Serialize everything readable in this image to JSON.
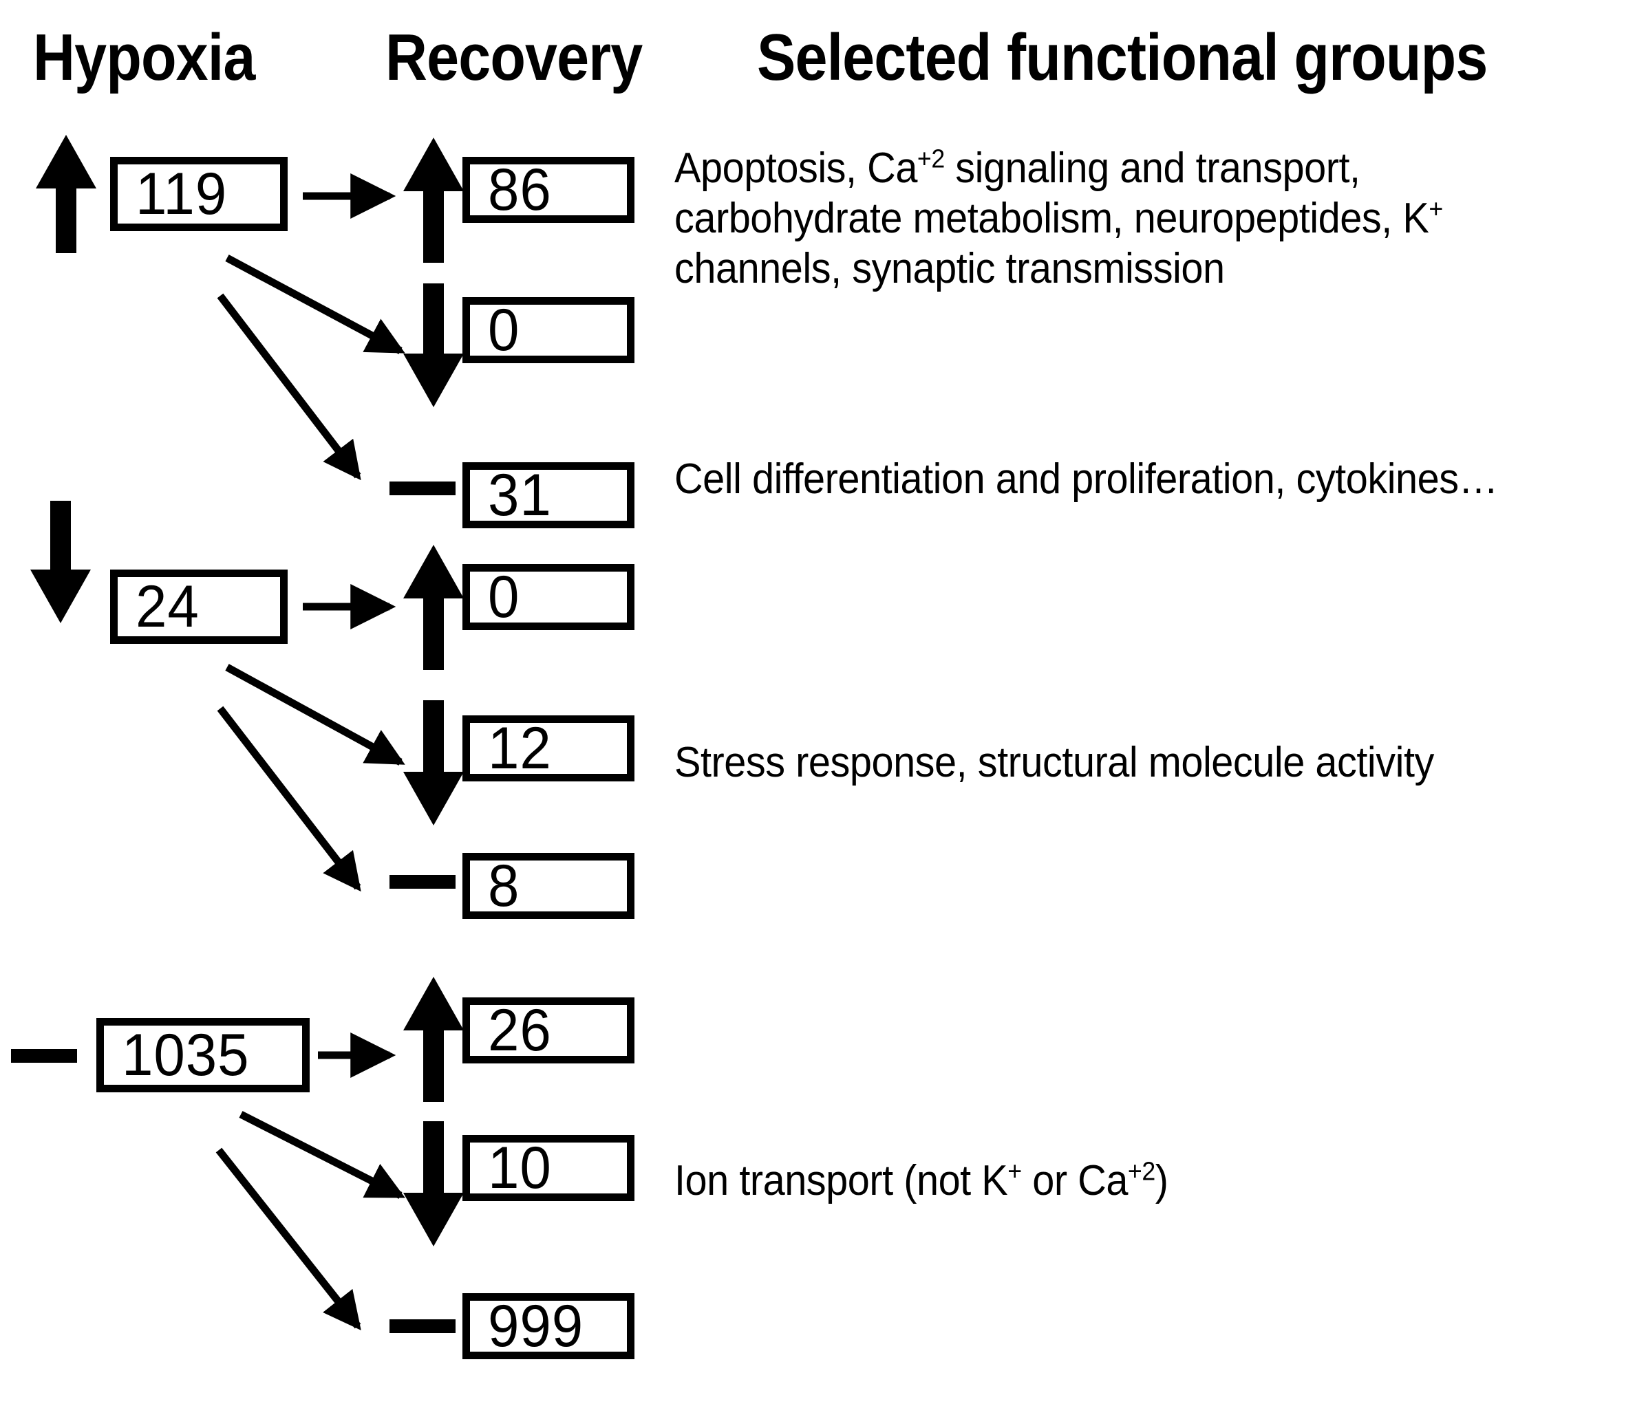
{
  "headers": {
    "hypoxia": "Hypoxia",
    "recovery": "Recovery",
    "groups": "Selected functional groups"
  },
  "hypoxia_boxes": [
    {
      "value": "119",
      "direction": "up"
    },
    {
      "value": "24",
      "direction": "down"
    },
    {
      "value": "1035",
      "direction": "unchanged"
    }
  ],
  "recovery_boxes": [
    {
      "value": "86",
      "direction": "up"
    },
    {
      "value": "0",
      "direction": "down"
    },
    {
      "value": "31",
      "direction": "unchanged"
    },
    {
      "value": "0",
      "direction": "up"
    },
    {
      "value": "12",
      "direction": "down"
    },
    {
      "value": "8",
      "direction": "unchanged"
    },
    {
      "value": "26",
      "direction": "up"
    },
    {
      "value": "10",
      "direction": "down"
    },
    {
      "value": "999",
      "direction": "unchanged"
    }
  ],
  "functional_groups": [
    {
      "id": "g1",
      "text": "Apoptosis, Ca+2 signaling and transport, carbohydrate metabolism, neuropeptides, K+ channels, synaptic transmission"
    },
    {
      "id": "g2",
      "text": "Cell differentiation and proliferation, cytokines…"
    },
    {
      "id": "g3",
      "text": "Stress response, structural molecule activity"
    },
    {
      "id": "g4",
      "text": "Ion transport (not K+ or Ca+2)"
    }
  ],
  "icons": {
    "up": "arrow-up-icon",
    "down": "arrow-down-icon",
    "unchanged": "dash-icon",
    "flow": "arrow-right-icon",
    "branch": "arrow-diagonal-icon"
  },
  "colors": {
    "ink": "#000000",
    "paper": "#ffffff"
  }
}
